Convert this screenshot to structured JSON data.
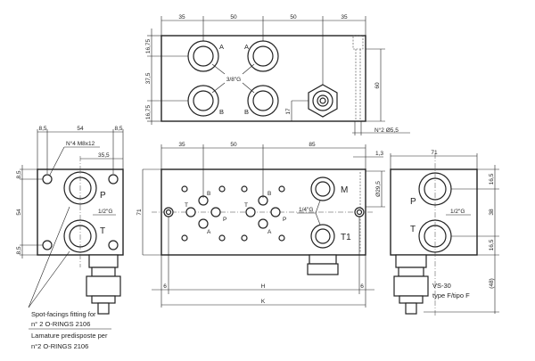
{
  "top_view": {
    "dims_top": [
      "35",
      "50",
      "50",
      "35"
    ],
    "dims_left": [
      "16,75",
      "37,5",
      "16,75"
    ],
    "dim_right": "60",
    "dim_hex": "17",
    "holes_note": "N°2 Ø5,5",
    "port_labels": [
      "A",
      "A",
      "B",
      "B"
    ],
    "thread": "3/8\"G"
  },
  "front_view": {
    "dims_top": [
      "35",
      "50",
      "85"
    ],
    "dim_offset": "1,3",
    "dim_bore": "Ø29,5",
    "dim_height": "71",
    "port_labels": [
      "B",
      "T",
      "P",
      "A",
      "B",
      "T",
      "P",
      "A"
    ],
    "gauge_ports": [
      "M",
      "T1"
    ],
    "thread": "1/4\"G",
    "dim_edge_left": "6",
    "dim_h": "H",
    "dim_edge_right": "6",
    "dim_k": "K"
  },
  "left_view": {
    "dims_top": [
      "8,5",
      "54",
      "8,5"
    ],
    "bolts_note": "N°4 M8x12",
    "dim_port": "35,5",
    "dims_left": [
      "8,5",
      "54",
      "8,5"
    ],
    "port_labels": [
      "P",
      "T"
    ],
    "thread": "1/2\"G",
    "note_en_1": "Spot-facings fitting for",
    "note_en_2": "n° 2 O-RINGS 2106",
    "note_it_1": "Lamature predisposte per",
    "note_it_2": "n°2 O-RINGS 2106"
  },
  "right_view": {
    "dim_width": "71",
    "dims_right": [
      "16,5",
      "38",
      "16,5",
      "(48)"
    ],
    "port_labels": [
      "P",
      "T"
    ],
    "thread": "1/2\"G",
    "valve_model": "VS-30",
    "valve_type": "type F/tipo F"
  }
}
